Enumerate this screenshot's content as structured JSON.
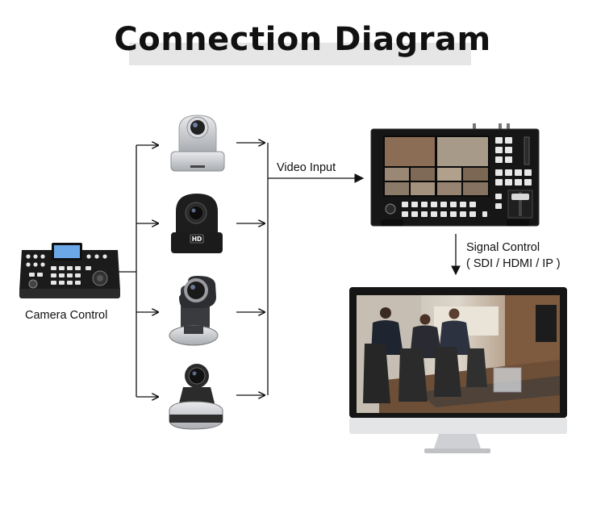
{
  "title": "Connection Diagram",
  "labels": {
    "camera_control": "Camera Control",
    "video_input": "Video Input",
    "signal_control": "Signal Control",
    "signal_formats": "( SDI / HDMI / IP )"
  },
  "devices": {
    "camera_badge": "HD"
  },
  "colors": {
    "background": "#ffffff",
    "title_band": "#e6e6e6",
    "line": "#111111",
    "device_dark": "#1b1b1b",
    "device_silver": "#c9cbcf"
  }
}
